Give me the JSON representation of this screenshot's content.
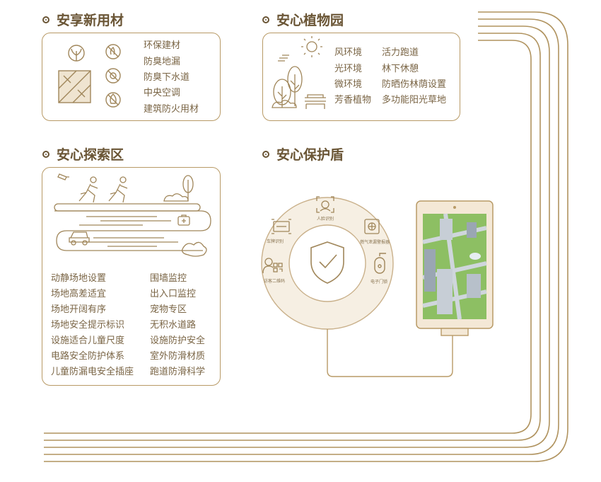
{
  "sections": {
    "materials": {
      "title": "安享新用材",
      "items": [
        "环保建材",
        "防臭地漏",
        "防臭下水道",
        "中央空调",
        "建筑防火用材"
      ]
    },
    "garden": {
      "title": "安心植物园",
      "col1": [
        "风环境",
        "光环境",
        "微环境",
        "芳香植物"
      ],
      "col2": [
        "活力跑道",
        "林下休憩",
        "防晒伤林荫设置",
        "多功能阳光草地"
      ]
    },
    "explore": {
      "title": "安心探索区",
      "col1": [
        "动静场地设置",
        "场地高差适宜",
        "场地开阔有序",
        "场地安全提示标识",
        "设施适合儿童尺度",
        "电路安全防护体系",
        "儿童防漏电安全插座"
      ],
      "col2": [
        "围墙监控",
        "出入口监控",
        "宠物专区",
        "无积水道路",
        "设施防护安全",
        "室外防滑材质",
        "跑道防滑科学"
      ]
    },
    "shield": {
      "title": "安心保护盾",
      "labels": {
        "face": "人脸识别",
        "plate": "车牌识别",
        "qr": "访客二维码",
        "gas": "燃气泄漏警报器",
        "door": "电子门锁"
      }
    }
  },
  "colors": {
    "gold": "#a0865a",
    "title": "#6a5535",
    "text": "#7a6545"
  }
}
